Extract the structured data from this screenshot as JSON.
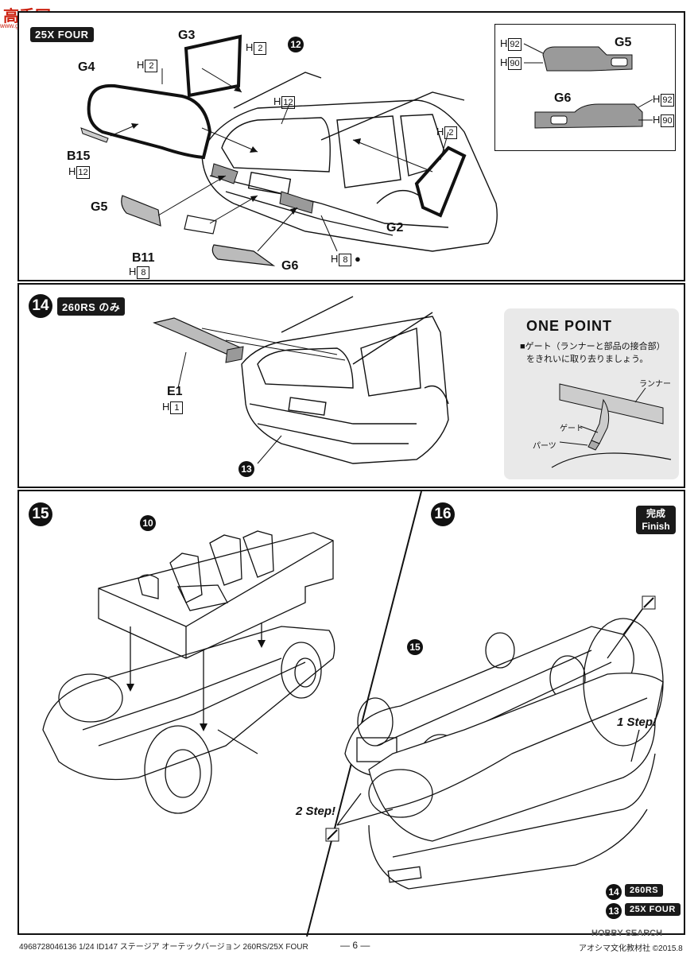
{
  "watermark": {
    "text": "高手网",
    "sub": "www.gaoshou.com"
  },
  "step13": {
    "tag": "25X FOUR",
    "parts": {
      "G3": "G3",
      "G4": "G4",
      "G5": "G5",
      "G6": "G6",
      "G2": "G2",
      "B15": "B15",
      "B11": "B11"
    },
    "h_label": "H",
    "colors": {
      "h2": "2",
      "h12": "12",
      "h8": "8"
    },
    "ref_step": "12",
    "inset": {
      "g5": "G5",
      "g6": "G6",
      "c92": "92",
      "c90": "90"
    }
  },
  "step14": {
    "number": "14",
    "tag": "260RS のみ",
    "part": "E1",
    "color": "1",
    "ref_step": "13",
    "one_point": {
      "title": "ONE POINT",
      "line1": "■ゲート（ランナーと部品の接合部）",
      "line2": "をきれいに取り去りましょう。",
      "runner": "ランナー",
      "gate": "ゲート",
      "part": "パーツ"
    }
  },
  "step15": {
    "number": "15",
    "ref_step": "10"
  },
  "step16": {
    "number": "16",
    "finish_ja": "完成",
    "finish_en": "Finish",
    "ref_step": "15",
    "step1": "1 Step!",
    "step2": "2 Step!",
    "variant_a_num": "14",
    "variant_a": "260RS",
    "variant_b_num": "13",
    "variant_b": "25X FOUR"
  },
  "footer": {
    "left": "4968728046136 1/24 ID147 ステージア オーテックバージョン 260RS/25X FOUR",
    "page": "— 6 —",
    "right": "HOBBY SEARCH",
    "copy": "アオシマ文化教材社 ©2015.8"
  }
}
